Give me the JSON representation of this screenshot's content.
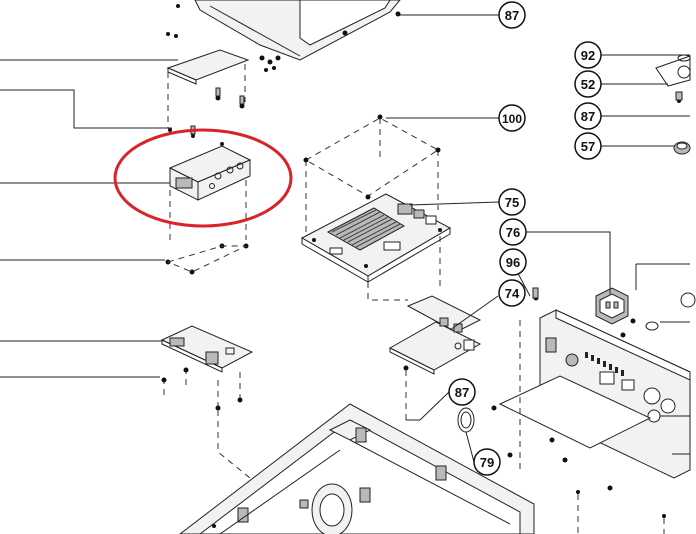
{
  "diagram": {
    "callouts": [
      {
        "id": "c87a",
        "label": "87"
      },
      {
        "id": "c92",
        "label": "92"
      },
      {
        "id": "c52",
        "label": "52"
      },
      {
        "id": "c87b",
        "label": "87"
      },
      {
        "id": "c57",
        "label": "57"
      },
      {
        "id": "c100",
        "label": "100"
      },
      {
        "id": "c75",
        "label": "75"
      },
      {
        "id": "c76",
        "label": "76"
      },
      {
        "id": "c96",
        "label": "96"
      },
      {
        "id": "c74",
        "label": "74"
      },
      {
        "id": "c87c",
        "label": "87"
      },
      {
        "id": "c79",
        "label": "79"
      }
    ],
    "highlight": {
      "color": "#d9232a",
      "shape": "ellipse"
    }
  }
}
